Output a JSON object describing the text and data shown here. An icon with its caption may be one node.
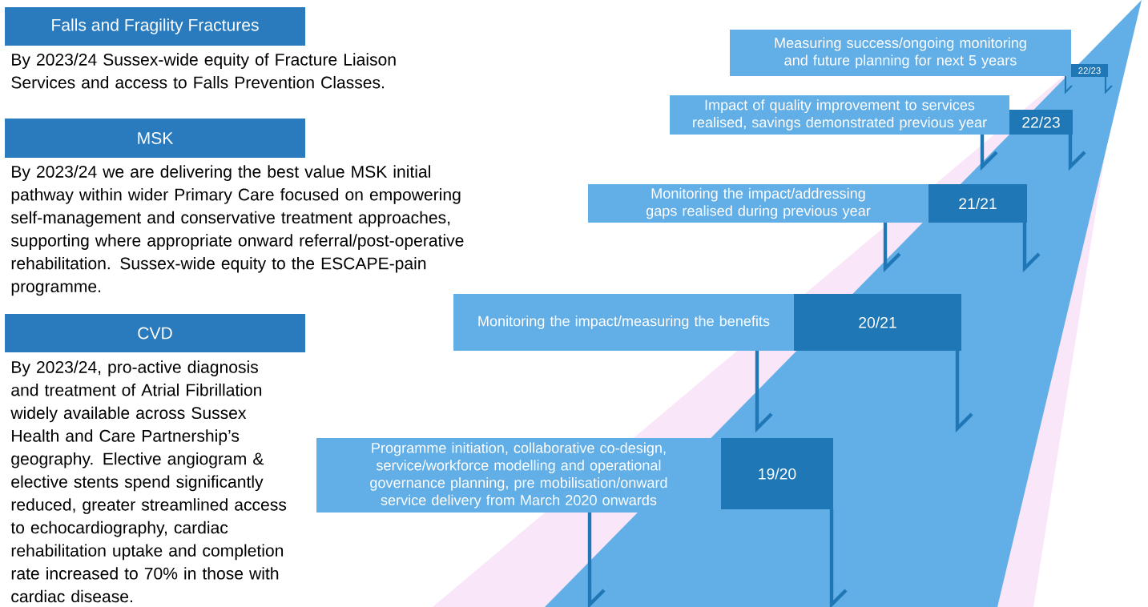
{
  "diagram": {
    "nodes": [
      {
        "text": [
          "Falls and Fragility Fractures",
          "By 2023/24 Sussex-wide equity of Fracture Liaison Services and access to Falls Prevention Classes."
        ]
      },
      {
        "text": [
          "MSK",
          "By 2023/24 we are delivering the best value MSK initial pathway within wider Primary Care focused on empowering self-management and conservative treatment approaches, supporting where appropriate onward referral/post-operative rehabilitation. Sussex-wide equity to the ESCAPE-pain programme."
        ]
      },
      {
        "text": [
          "CVD",
          "By 2023/24, pro-active diagnosis and treatment of Atrial Fibrillation widely available across Sussex Health and Care Partnership’s geography. Elective angiogram & elective stents spend significantly reduced, greater streamlined access to echocardiography, cardiac rehabilitation uptake and completion rate increased to 70% in those with cardiac disease."
        ]
      },
      {
        "text": [
          "Measuring success/ongoing monitoring and future planning for next 5 years"
        ]
      },
      {
        "text": [
          "22/23"
        ]
      },
      {
        "text": [
          "Impact of quality improvement to services realised, savings demonstrated previous year"
        ]
      },
      {
        "text": [
          "22/23"
        ]
      },
      {
        "text": [
          "Monitoring the impact/addressing gaps realised during previous year"
        ]
      },
      {
        "text": [
          "21/21"
        ]
      },
      {
        "text": [
          "Monitoring the impact/measuring the benefits"
        ]
      },
      {
        "text": [
          "20/21"
        ]
      },
      {
        "text": [
          "Programme initiation, collaborative co-design, service/workforce modelling and operational governance planning, pre mobilisation/onward service delivery from March 2020 onwards"
        ]
      },
      {
        "text": [
          "19/20"
        ]
      }
    ]
  }
}
